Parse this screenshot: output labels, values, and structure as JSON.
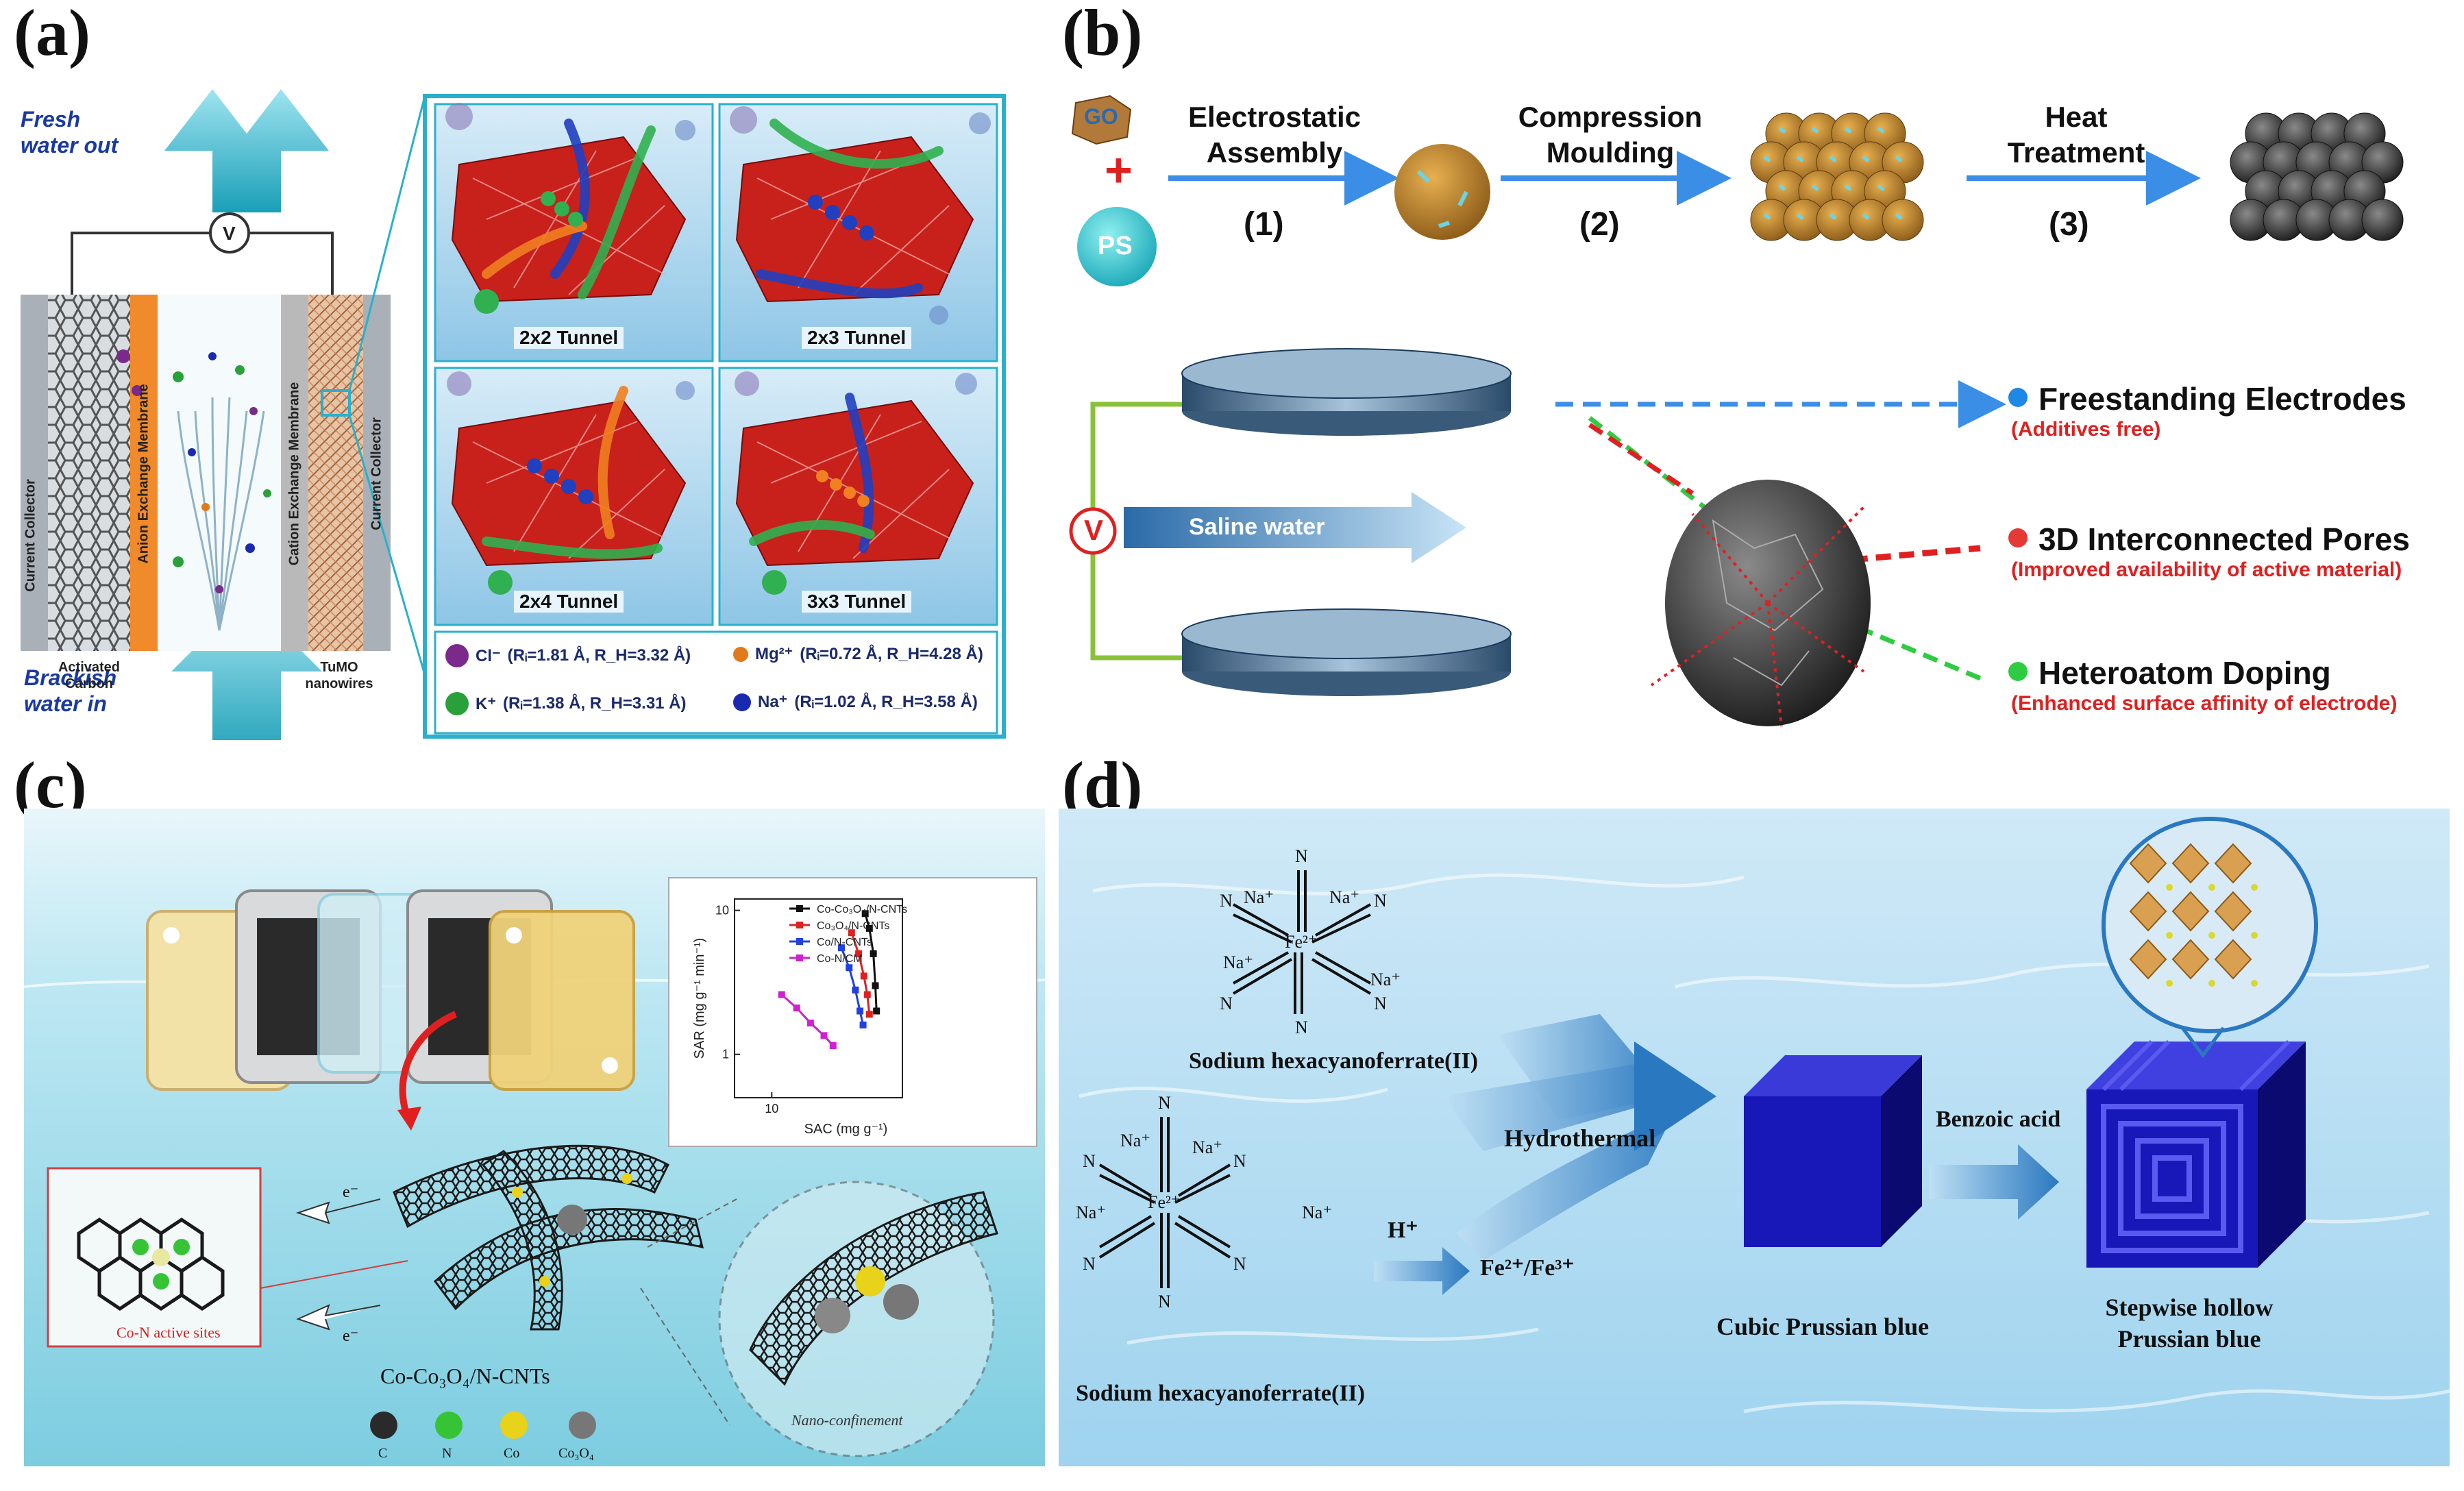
{
  "panels": {
    "a": {
      "label": "(a)",
      "fresh_out": [
        "Fresh",
        "water out"
      ],
      "brackish_in": [
        "Brackish",
        "water in"
      ],
      "voltage": "V",
      "layers": [
        "Current Collector",
        "Anion Exchange Membrane",
        "Cation Exchange Membrane",
        "Current Collector"
      ],
      "left_material": [
        "Activated",
        "Carbon"
      ],
      "right_material": [
        "TuMO",
        "nanowires"
      ],
      "tunnels": [
        "2x2 Tunnel",
        "2x3 Tunnel",
        "2x4 Tunnel",
        "3x3 Tunnel"
      ],
      "legend": [
        {
          "ion": "Cl⁻",
          "text": "(Rᵢ=1.81 Å, R_H=3.32 Å)",
          "color": "#7a2a8a"
        },
        {
          "ion": "Mg²⁺",
          "text": "(Rᵢ=0.72 Å, R_H=4.28 Å)",
          "color": "#e07a1a"
        },
        {
          "ion": "K⁺",
          "text": "(Rᵢ=1.38 Å, R_H=3.31 Å)",
          "color": "#2aa03a"
        },
        {
          "ion": "Na⁺",
          "text": "(Rᵢ=1.02 Å, R_H=3.58 Å)",
          "color": "#1a2ab0"
        }
      ]
    },
    "b": {
      "label": "(b)",
      "go": "GO",
      "plus": "+",
      "ps": "PS",
      "steps": [
        {
          "title": [
            "Electrostatic",
            "Assembly"
          ],
          "num": "(1)"
        },
        {
          "title": [
            "Compression",
            "Moulding"
          ],
          "num": "(2)"
        },
        {
          "title": [
            "Heat",
            "Treatment"
          ],
          "num": "(3)"
        }
      ],
      "voltage": "V",
      "saline": "Saline water",
      "features": [
        {
          "title": "Freestanding Electrodes",
          "sub": "(Additives free)",
          "color": "#1e88e5"
        },
        {
          "title": "3D Interconnected Pores",
          "sub": "(Improved availability of active material)",
          "color": "#e53935"
        },
        {
          "title": "Heteroatom Doping",
          "sub": "(Enhanced surface affinity of electrode)",
          "color": "#2ecc40"
        }
      ]
    },
    "c": {
      "label": "(c)",
      "active_sites": "Co-N active sites",
      "material": "Co-Co₃O₄/N-CNTs",
      "nano": "Nano-confinement",
      "electron": "e⁻",
      "atoms": [
        {
          "name": "C",
          "color": "#2a2a2a"
        },
        {
          "name": "N",
          "color": "#36c436"
        },
        {
          "name": "Co",
          "color": "#e8d21a"
        },
        {
          "name": "Co₃O₄",
          "color": "#777777"
        }
      ]
    },
    "d": {
      "label": "(d)",
      "compound": "Sodium hexacyanoferrate(II)",
      "hydrothermal": "Hydrothermal",
      "hplus": "H⁺",
      "ions": "Fe²⁺/Fe³⁺",
      "cubic": "Cubic Prussian blue",
      "benzoic": "Benzoic acid",
      "hollow": [
        "Stepwise hollow",
        "Prussian blue"
      ],
      "na": "Na⁺",
      "n": "N",
      "fe": "Fe²⁺"
    }
  },
  "chart_data": {
    "type": "line",
    "xlabel": "SAC (mg g⁻¹)",
    "ylabel": "SAR (mg g⁻¹ min⁻¹)",
    "xscale": "log",
    "yscale": "log",
    "xlim": [
      7,
      35
    ],
    "ylim": [
      0.5,
      12
    ],
    "xticks": [
      "10"
    ],
    "yticks": [
      "1",
      "10"
    ],
    "legend_position": "top-right",
    "series": [
      {
        "name": "Co-Co₃O₄/N-CNTs",
        "color": "#111111",
        "x": [
          24.5,
          25.5,
          26.5,
          27,
          27.3
        ],
        "y": [
          9.5,
          7.5,
          5,
          3,
          2
        ]
      },
      {
        "name": "Co₃O₄/N-CNTs",
        "color": "#e02020",
        "x": [
          21.5,
          23,
          24.2,
          25,
          25.5
        ],
        "y": [
          7,
          5,
          3.5,
          2.6,
          1.9
        ]
      },
      {
        "name": "Co/N-CNTs",
        "color": "#2040e0",
        "x": [
          19.5,
          21,
          22.3,
          23.3,
          24
        ],
        "y": [
          5.5,
          4,
          2.8,
          2,
          1.6
        ]
      },
      {
        "name": "Co-N/CM",
        "color": "#d020d0",
        "x": [
          11,
          12.7,
          14.5,
          16.5,
          18
        ],
        "y": [
          2.6,
          2.1,
          1.65,
          1.35,
          1.15
        ]
      }
    ]
  }
}
